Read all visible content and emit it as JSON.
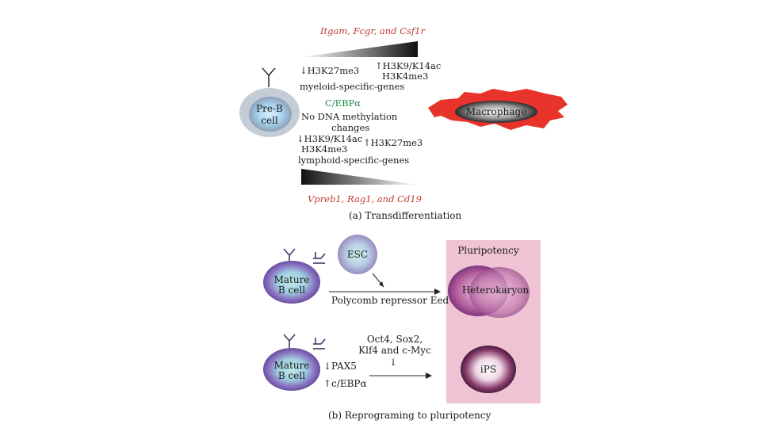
{
  "panel_a": {
    "top_genes": "Itgam, Fcgr, and Csf1r",
    "left_marks_top": "↓H3K27me3",
    "right_marks_top_1": "↑H3K9/K14ac",
    "right_marks_top_2": "H3K4me3",
    "myeloid_genes": "myeloid-specific-genes",
    "factor": "C/EBPα",
    "no_methylation_1": "No DNA methylation",
    "no_methylation_2": "changes",
    "left_marks_bottom_1": "↓H3K9/K14ac",
    "left_marks_bottom_2": "H3K4me3",
    "right_marks_bottom": "↑H3K27me3",
    "lymphoid_genes": "lymphoid-specific-genes",
    "bottom_genes": "Vpreb1, Rag1, and Cd19",
    "cell_label_1": "Pre-B",
    "cell_label_2": "cell",
    "macrophage_label": "Macrophage",
    "caption": "(a)  Transdifferentiation"
  },
  "panel_b": {
    "pluripotency_label": "Pluripotency",
    "esc_label": "ESC",
    "mature_b_1": "Mature",
    "mature_b_2": "B cell",
    "polycomb_label": "Polycomb repressor Eed",
    "heterokaryon_label": "Heterokaryon",
    "factors_1": "Oct4, Sox2,",
    "factors_2": "Klf4 and c-Myc",
    "down_arrow": "↓",
    "pax5_label": "↓PAX5",
    "cebp_label": "↑c/EBPα",
    "ips_label": "iPS",
    "caption": "(b)  Reprograming to pluripotency"
  },
  "colors": {
    "gene_red": "#c0392b",
    "factor_green": "#1e8a4a",
    "pluripotency_bg": "#efc3d3",
    "macrophage_red": "#e8332a",
    "b_cell_purple": "#7b5ea7"
  }
}
